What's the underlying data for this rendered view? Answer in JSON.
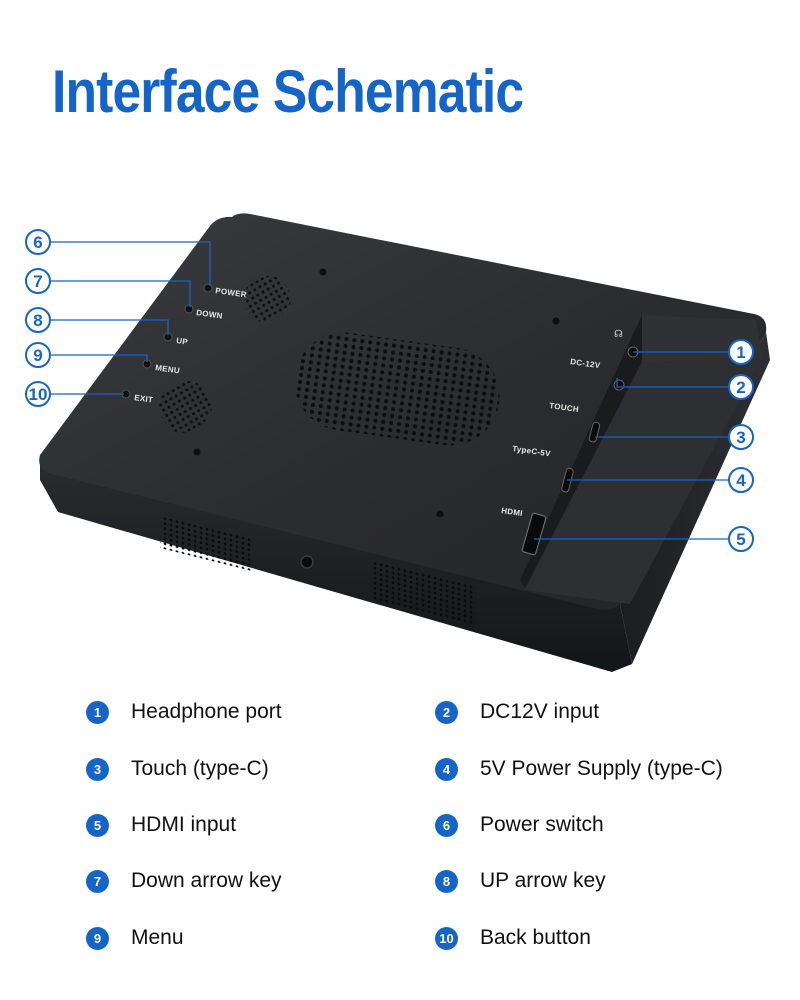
{
  "title": "Interface Schematic",
  "device_labels": {
    "power": "POWER",
    "down": "DOWN",
    "up": "UP",
    "menu": "MENU",
    "exit": "EXIT",
    "dc12v": "DC-12V",
    "touch": "TOUCH",
    "typec5v": "TypeC-5V",
    "hdmi": "HDMI"
  },
  "callouts": [
    "1",
    "2",
    "3",
    "4",
    "5",
    "6",
    "7",
    "8",
    "9",
    "10"
  ],
  "legend": [
    {
      "num": "1",
      "text": "Headphone port"
    },
    {
      "num": "2",
      "text": "DC12V input"
    },
    {
      "num": "3",
      "text": "Touch (type-C)"
    },
    {
      "num": "4",
      "text": "5V Power Supply (type-C)"
    },
    {
      "num": "5",
      "text": "HDMI input"
    },
    {
      "num": "6",
      "text": "Power switch"
    },
    {
      "num": "7",
      "text": "Down arrow key"
    },
    {
      "num": "8",
      "text": "UP arrow key"
    },
    {
      "num": "9",
      "text": "Menu"
    },
    {
      "num": "10",
      "text": "Back button"
    }
  ],
  "colors": {
    "accent": "#1565c8",
    "device": "#2b2c2e"
  }
}
